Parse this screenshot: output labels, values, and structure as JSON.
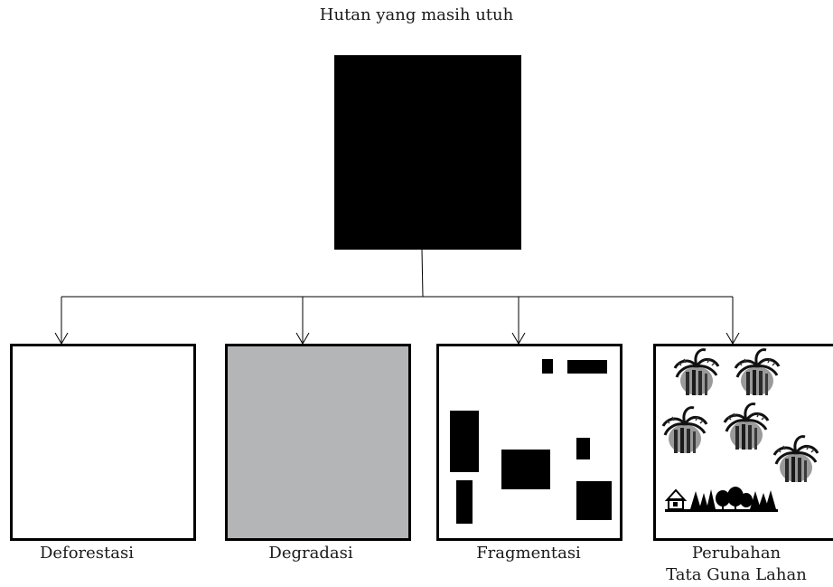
{
  "title": "Hutan yang masih utuh",
  "labels": {
    "deforestasi": "Deforestasi",
    "degradasi": "Degradasi",
    "fragmentasi": "Fragmentasi",
    "perubahan_line1": "Perubahan",
    "perubahan_line2": "Tata Guna Lahan"
  },
  "colors": {
    "intact_forest": "#000000",
    "deforestation": "#ffffff",
    "degradation": "#b3b5b7",
    "outline": "#000000"
  }
}
